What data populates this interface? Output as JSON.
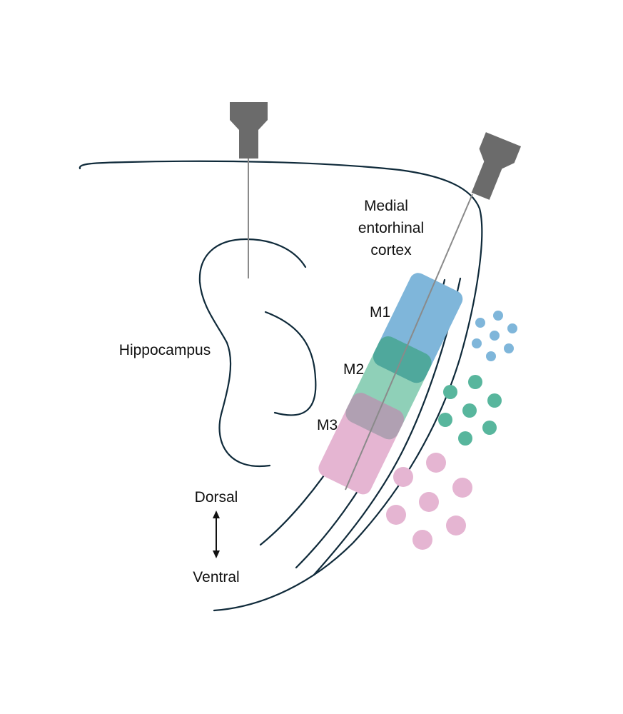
{
  "labels": {
    "mec_line1": "Medial",
    "mec_line2": "entorhinal",
    "mec_line3": "cortex",
    "hippocampus": "Hippocampus",
    "m1": "M1",
    "m2": "M2",
    "m3": "M3",
    "dorsal": "Dorsal",
    "ventral": "Ventral"
  },
  "colors": {
    "outline": "#0f2a3a",
    "probe": "#6b6b6b",
    "shank": "#8a8a8a",
    "m1_blue": "#7fb6da",
    "m2_green": "#8fd0b8",
    "m1_m2_overlap": "#4fa89c",
    "m3_pink": "#e5b5d2",
    "m2_m3_overlap": "#b0a0b2",
    "dots_blue": "#7fb6da",
    "dots_green": "#58b69d",
    "dots_pink": "#e5b5d2"
  },
  "dot_clusters": [
    {
      "name": "m1-cells",
      "count": 7
    },
    {
      "name": "m2-cells",
      "count": 7
    },
    {
      "name": "m3-cells",
      "count": 7
    }
  ]
}
